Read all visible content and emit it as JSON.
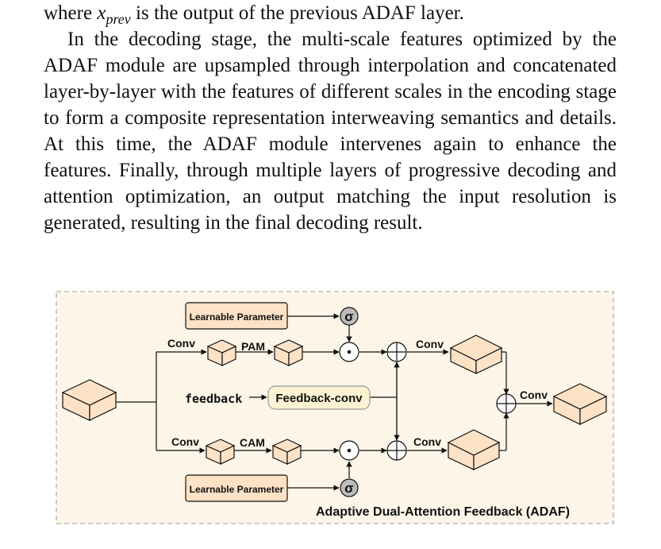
{
  "text": {
    "line1_pre": "where ",
    "var_x": "x",
    "var_sub": "prev",
    "line1_post": " is the output of the previous ADAF layer.",
    "para2": "In the decoding stage, the multi-scale features optimized by the ADAF module are upsampled through interpolation and concatenated layer-by-layer with the features of different scales in the encoding stage to form a composite representation interweaving semantics and details. At this time, the ADAF module intervenes again to enhance the features. Finally, through multiple layers of progressive decoding and attention optimization, an output matching the input resolution is generated, resulting in the final decoding result."
  },
  "figure": {
    "caption": "Adaptive Dual-Attention Feedback (ADAF)",
    "learnable_top": "Learnable Parameter",
    "learnable_bottom": "Learnable Parameter",
    "sigma": "σ",
    "conv_top_left": "Conv",
    "pam": "PAM",
    "conv_top_right": "Conv",
    "feedback": "feedback",
    "feedback_conv": "Feedback-conv",
    "conv_bottom_left": "Conv",
    "cam": "CAM",
    "conv_bottom_right": "Conv",
    "conv_output": "Conv",
    "colors": {
      "figure_bg": "#fdf6e8",
      "cube_fill": "#fde2c6",
      "box_fill": "#fde2c6",
      "feedback_fill": "#fdf3d2",
      "sigma_fill": "#bdbdbd",
      "dash_border": "#b0b0b0"
    }
  }
}
